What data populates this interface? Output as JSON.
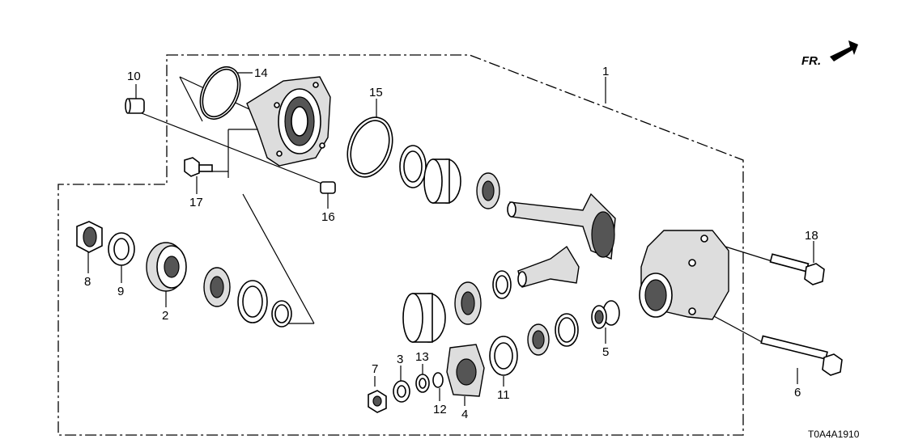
{
  "diagram_code": "T0A4A1910",
  "direction_label": "FR.",
  "callouts": {
    "c1": "1",
    "c2": "2",
    "c3": "3",
    "c4": "4",
    "c5": "5",
    "c6": "6",
    "c7": "7",
    "c8": "8",
    "c9": "9",
    "c10": "10",
    "c11": "11",
    "c12": "12",
    "c13": "13",
    "c14": "14",
    "c15": "15",
    "c16": "16",
    "c17": "17",
    "c18": "18"
  }
}
